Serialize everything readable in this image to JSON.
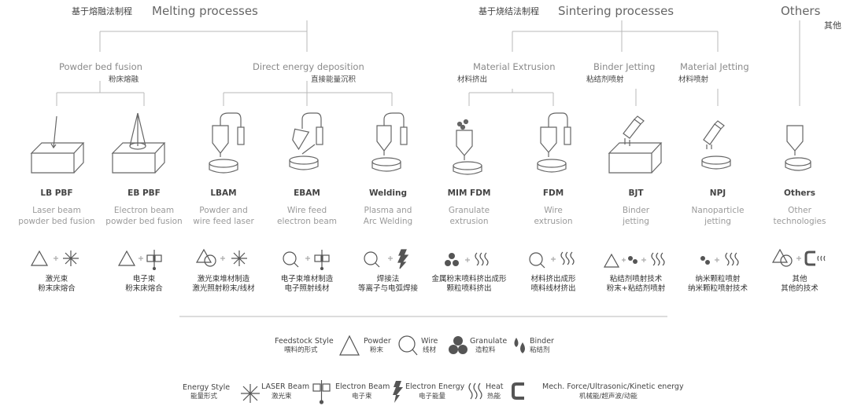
{
  "header": {
    "melting": {
      "cn": "基于熔融法制程",
      "en": "Melting processes"
    },
    "sintering": {
      "cn": "基于烧结法制程",
      "en": "Sintering processes"
    },
    "others": {
      "en": "Others",
      "cn": "其他"
    }
  },
  "subcategories": [
    {
      "en": "Powder bed fusion",
      "cn": "粉床熔融"
    },
    {
      "en": "Direct energy deposition",
      "cn": "直接能量沉积"
    },
    {
      "en": "Material Extrusion",
      "cn": "材料挤出"
    },
    {
      "en": "Binder Jetting",
      "cn": "粘结剂喷射"
    },
    {
      "en": "Material Jetting",
      "cn": "材料喷射"
    }
  ],
  "processes": [
    {
      "code": "LB PBF",
      "desc1": "Laser beam",
      "desc2": "powder bed fusion",
      "cn1": "激光束",
      "cn2": "粉末床熔合",
      "icon": "laser-powder-bed-icon",
      "feed": "powder-triangle-icon",
      "energy": "laser-beam-icon"
    },
    {
      "code": "EB PBF",
      "desc1": "Electron beam",
      "desc2": "powder bed fusion",
      "cn1": "电子束",
      "cn2": "粉末床熔合",
      "icon": "electron-powder-bed-icon",
      "feed": "powder-triangle-icon",
      "energy": "electron-beam-icon"
    },
    {
      "code": "LBAM",
      "desc1": "Powder and",
      "desc2": "wire feed laser",
      "cn1": "激光束堆材制造",
      "cn2": "激光照射粉末/线材",
      "icon": "laser-nozzle-icon",
      "feed": "powder-wire-icon",
      "energy": "laser-beam-icon"
    },
    {
      "code": "EBAM",
      "desc1": "Wire feed",
      "desc2": "electron beam",
      "cn1": "电子束堆材制造",
      "cn2": "电子照射线材",
      "icon": "electron-nozzle-icon",
      "feed": "wire-circle-icon",
      "energy": "electron-beam-icon"
    },
    {
      "code": "Welding",
      "desc1": "Plasma and",
      "desc2": "Arc Welding",
      "cn1": "焊接法",
      "cn2": "等离子与电弧焊接",
      "icon": "welding-nozzle-icon",
      "feed": "wire-circle-icon",
      "energy": "electron-energy-icon"
    },
    {
      "code": "MIM FDM",
      "desc1": "Granulate",
      "desc2": "extrusion",
      "cn1": "金属粉末喷料挤出成形",
      "cn2": "颗粒喷料挤出",
      "icon": "granulate-hopper-icon",
      "feed": "granulate-icon",
      "energy": "heat-icon"
    },
    {
      "code": "FDM",
      "desc1": "Wire",
      "desc2": "extrusion",
      "cn1": "材料挤出成形",
      "cn2": "喷料线材挤出",
      "icon": "wire-extruder-icon",
      "feed": "wire-circle-icon",
      "energy": "heat-icon"
    },
    {
      "code": "BJT",
      "desc1": "Binder",
      "desc2": "jetting",
      "cn1": "粘结剂喷射技术",
      "cn2": "粉末+粘结剂喷射",
      "icon": "binder-jet-icon",
      "feed": "powder-binder-icon",
      "energy": "heat-icon"
    },
    {
      "code": "NPJ",
      "desc1": "Nanoparticle",
      "desc2": "jetting",
      "cn1": "纳米颗粒喷射",
      "cn2": "纳米颗粒喷射技术",
      "icon": "nanoparticle-jet-icon",
      "feed": "binder-drop-icon",
      "energy": "heat-icon"
    },
    {
      "code": "Others",
      "desc1": "Other",
      "desc2": "technologies",
      "cn1": "其他",
      "cn2": "其他的技术",
      "icon": "other-hopper-icon",
      "feed": "powder-wire-icon",
      "energy": "mech-force-icon"
    }
  ],
  "legend": {
    "feedstock": {
      "en": "Feedstock Style",
      "cn": "喂料的形式"
    },
    "powder": {
      "en": "Powder",
      "cn": "粉末"
    },
    "wire": {
      "en": "Wire",
      "cn": "线材"
    },
    "granulate": {
      "en": "Granulate",
      "cn": "造粒料"
    },
    "binder": {
      "en": "Binder",
      "cn": "粘结剂"
    },
    "energy": {
      "en": "Energy Style",
      "cn": "能量形式"
    },
    "laser": {
      "en": "LASER Beam",
      "cn": "激光束"
    },
    "ebeam": {
      "en": "Electron Beam",
      "cn": "电子束"
    },
    "eenergy": {
      "en": "Electron Energy",
      "cn": "电子能量"
    },
    "heat": {
      "en": "Heat",
      "cn": "热能"
    },
    "mech": {
      "en": "Mech. Force/Ultrasonic/Kinetic energy",
      "cn": "机械能/超声波/动能"
    }
  },
  "colors": {
    "line": "#b0b0b0",
    "stroke": "#555555"
  }
}
